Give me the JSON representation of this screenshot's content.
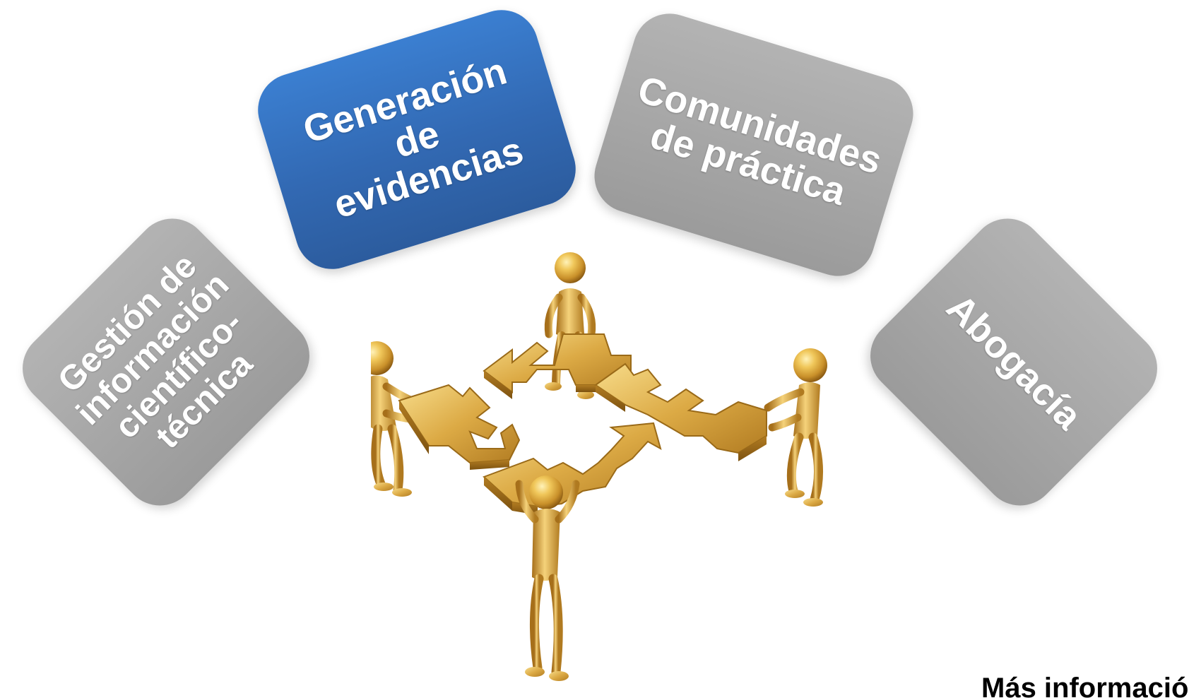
{
  "panels": {
    "gestion": {
      "lines": [
        "Gestión de",
        "información",
        "científico-",
        "técnica"
      ],
      "color": "#a6a6a6"
    },
    "evidencias": {
      "lines": [
        "Generación",
        "de evidencias"
      ],
      "color": "#3269b3"
    },
    "comunidades": {
      "lines": [
        "Comunidades",
        "de práctica"
      ],
      "color": "#a6a6a6"
    },
    "abogacia": {
      "lines": [
        "Abogacía"
      ],
      "color": "#a6a6a6"
    }
  },
  "illustration": {
    "icon": "four-figures-puzzle-arrows-icon",
    "color": "#d9a632"
  },
  "footer": {
    "more_info": "Más información"
  }
}
